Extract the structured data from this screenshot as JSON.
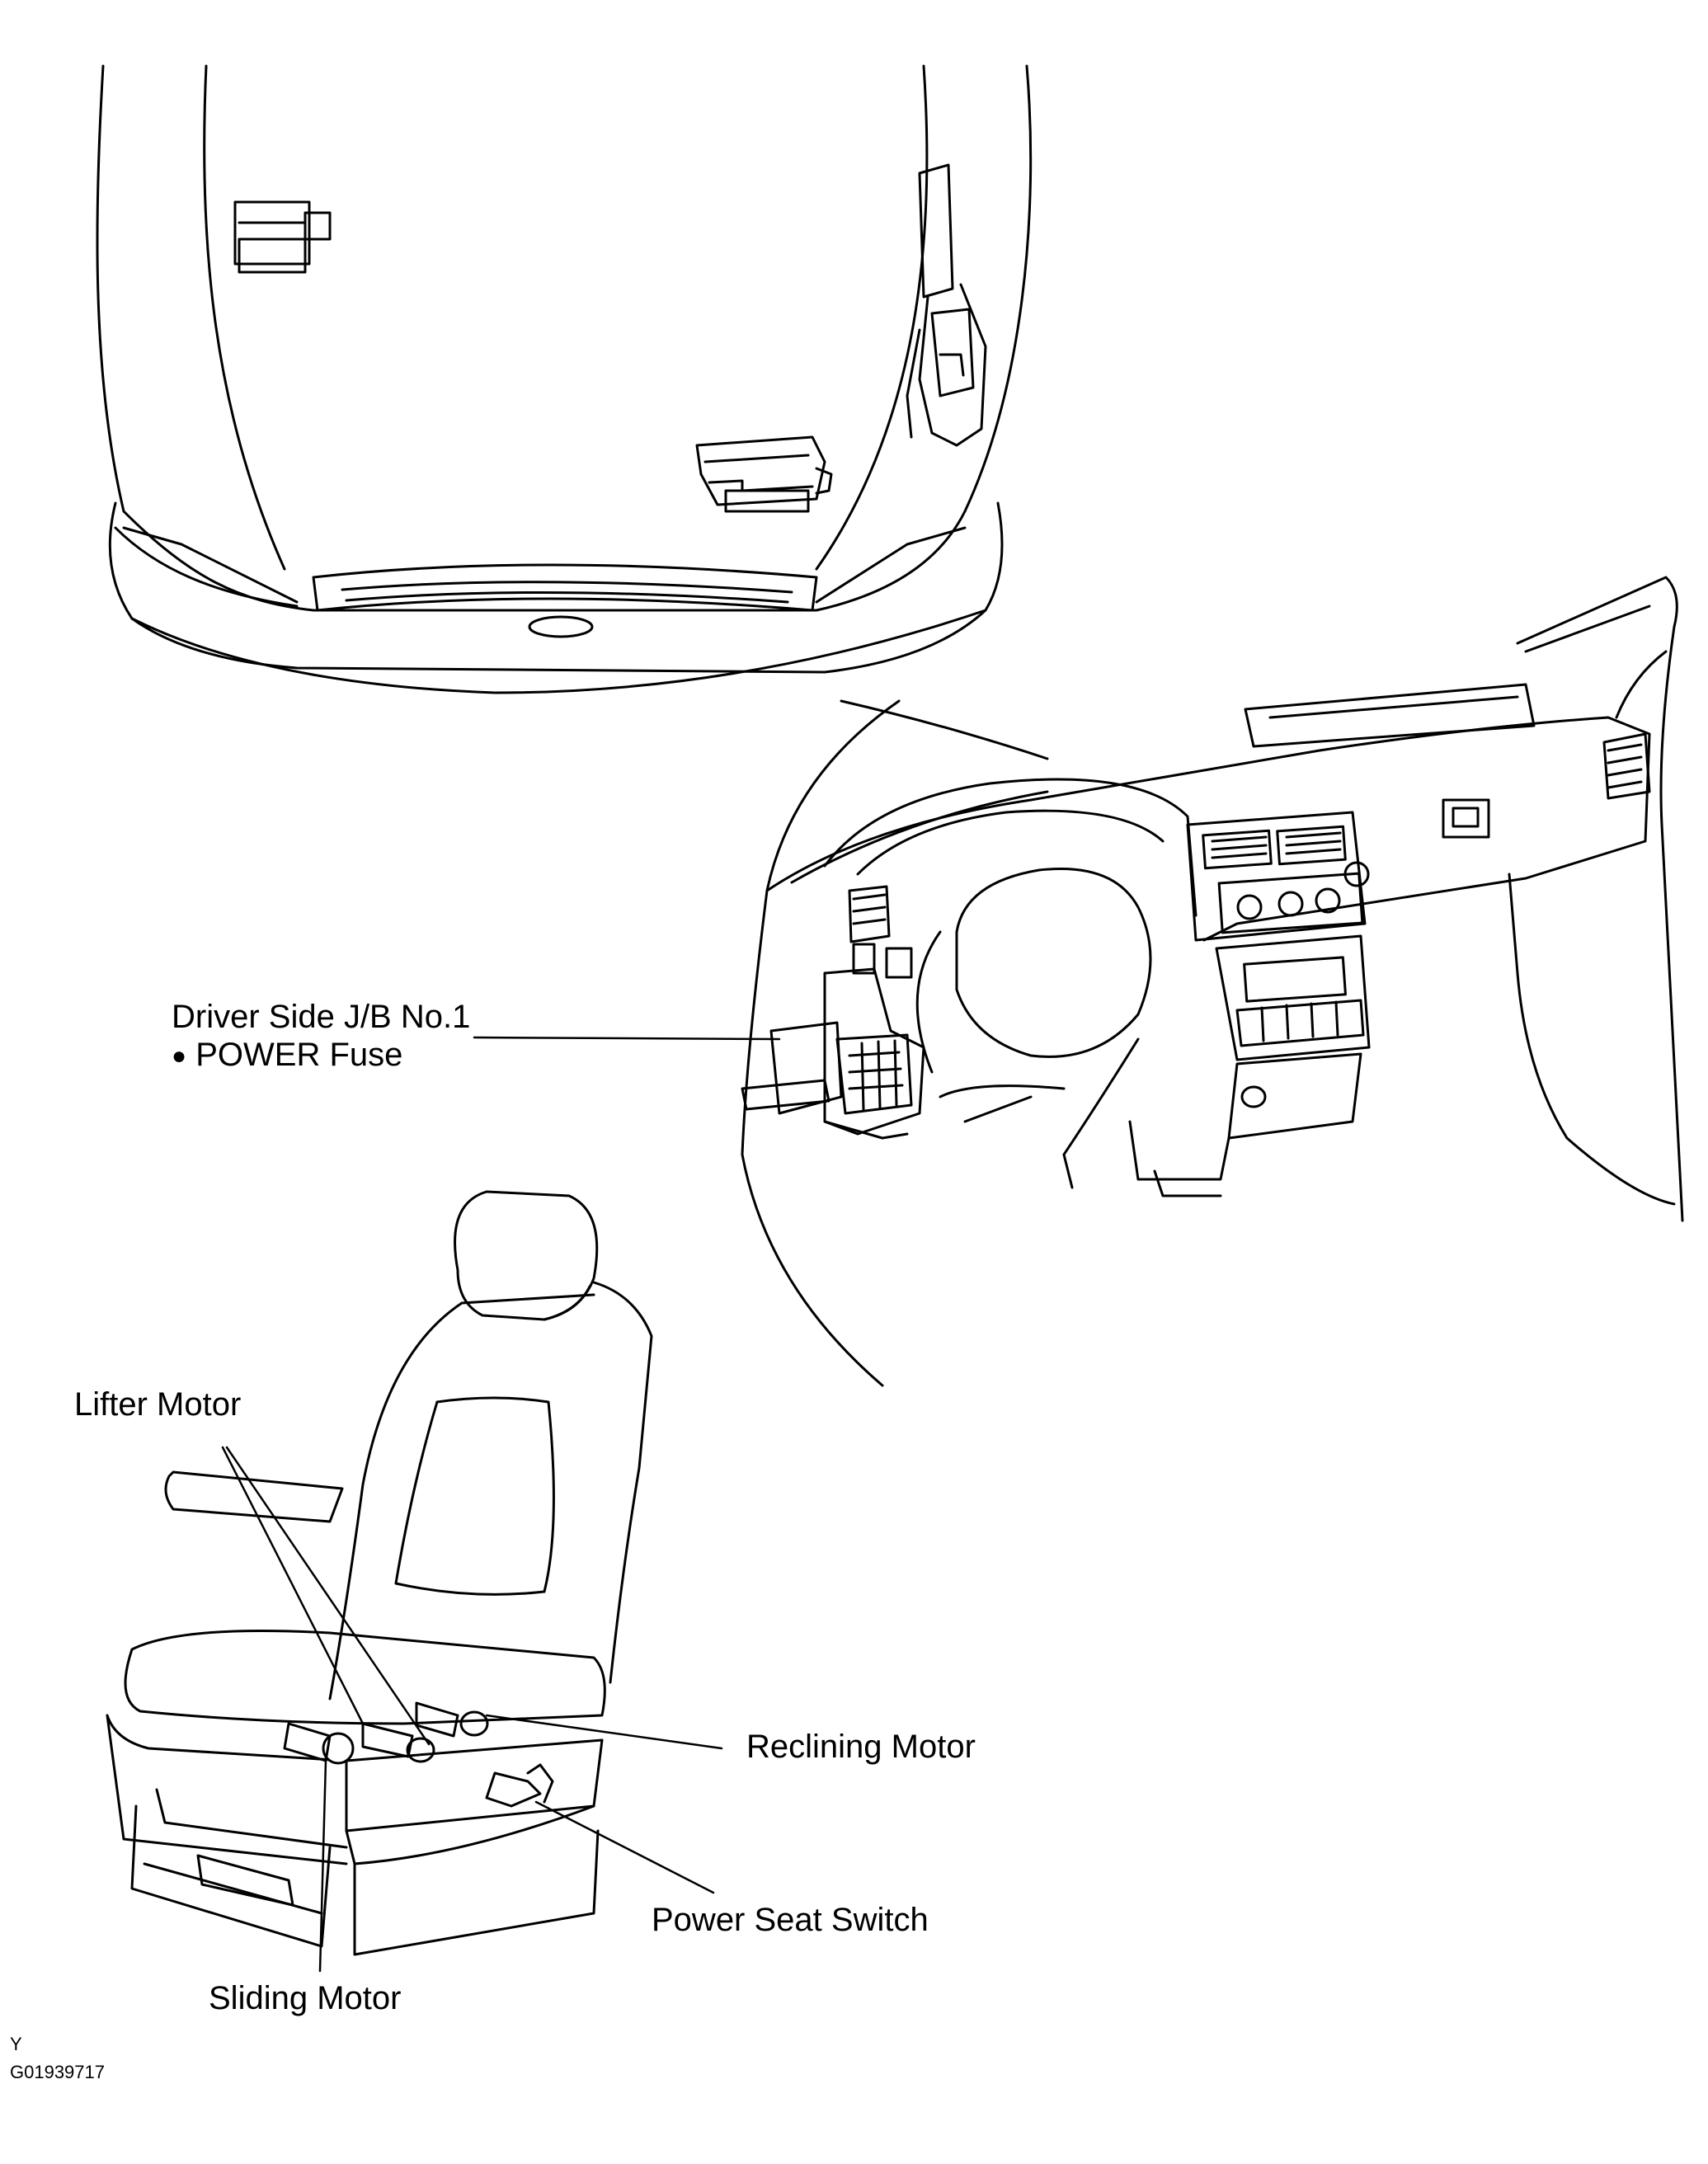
{
  "labels": {
    "driver_jb_line1": "Driver Side J/B No.1",
    "driver_jb_line2": "POWER Fuse",
    "bullet": "●",
    "lifter_motor": "Lifter Motor",
    "reclining_motor": "Reclining Motor",
    "power_seat_switch": "Power Seat Switch",
    "sliding_motor": "Sliding Motor"
  },
  "footer": {
    "marker": "Y",
    "figure_code": "G01939717"
  }
}
